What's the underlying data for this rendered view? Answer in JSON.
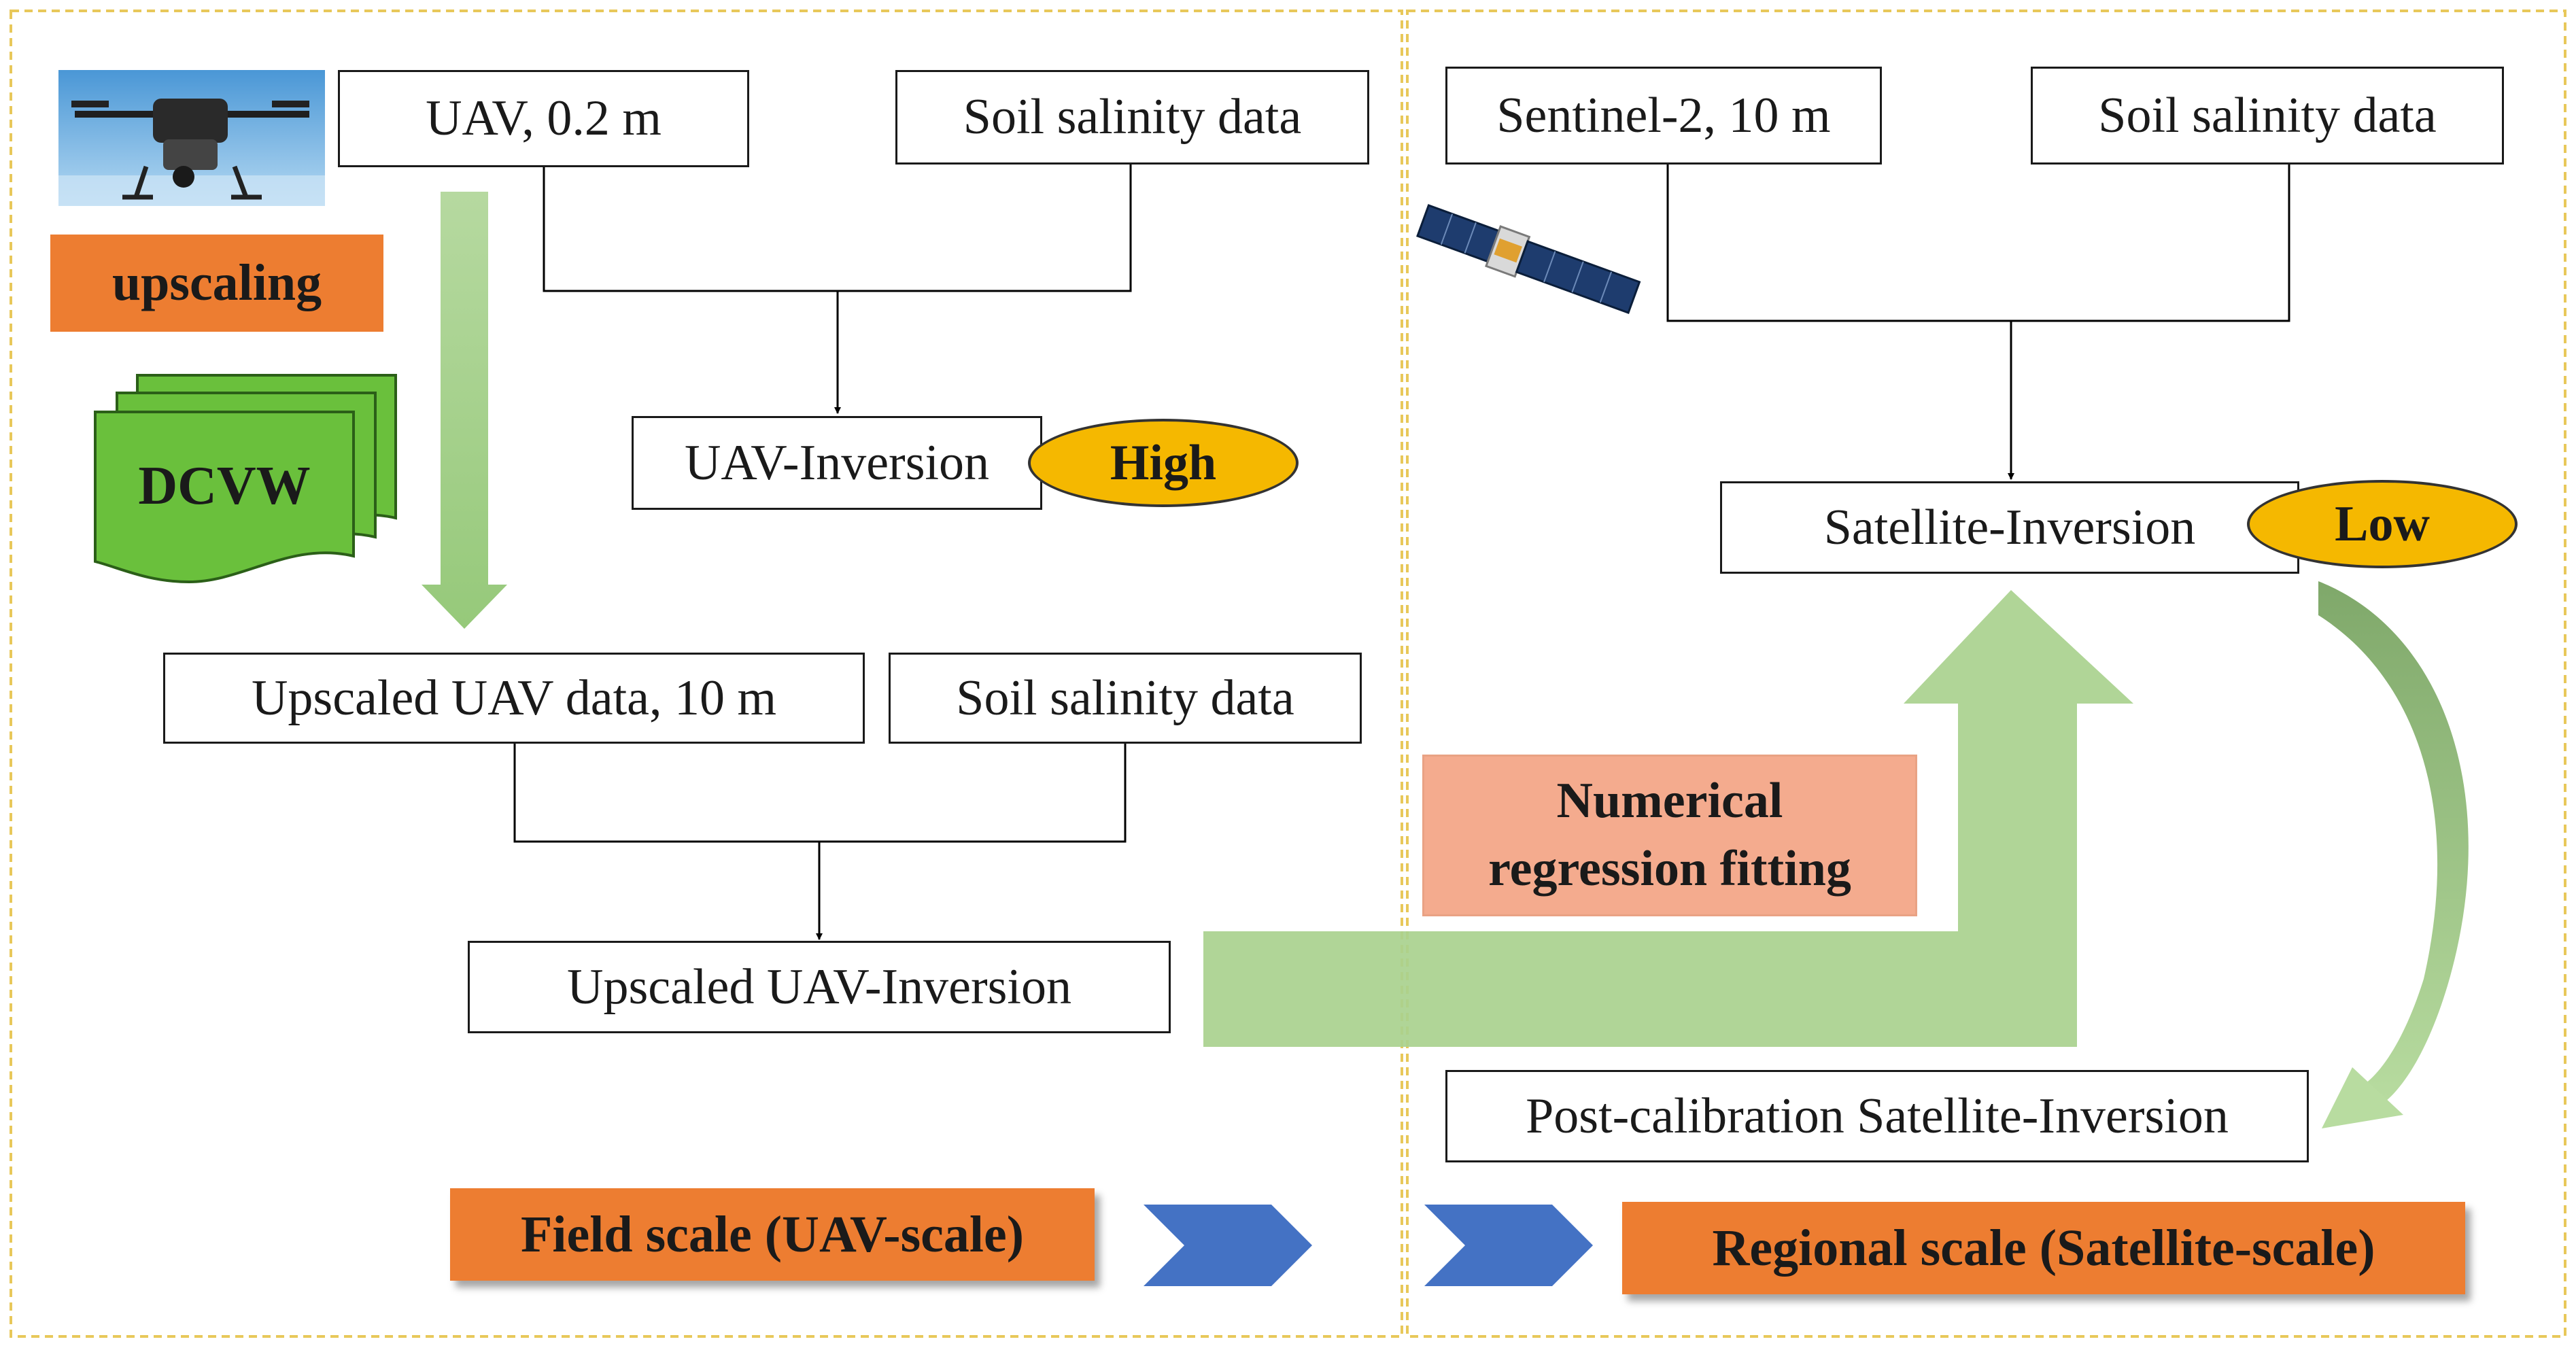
{
  "colors": {
    "panel_border": "#e8c85a",
    "green_arrow": "#a9d18e",
    "orange_label": "#ed7d31",
    "ellipse_fill": "#f5b800",
    "dcvw_fill": "#6ac03c",
    "chevron_blue": "#4472c4",
    "salmon_box": "#f4ab8e"
  },
  "field": {
    "uav": "UAV, 0.2 m",
    "soil_top": "Soil salinity data",
    "upscaling": "upscaling",
    "dcvw": "DCVW",
    "uav_inversion": "UAV-Inversion",
    "high": "High",
    "upscaled_data": "Upscaled UAV data, 10 m",
    "soil_mid": "Soil salinity data",
    "upscaled_inversion": "Upscaled UAV-Inversion",
    "scale_label": "Field scale (UAV-scale)"
  },
  "regional": {
    "sentinel": "Sentinel-2, 10 m",
    "soil": "Soil salinity data",
    "satellite_inversion": "Satellite-Inversion",
    "low": "Low",
    "regression_line1": "Numerical",
    "regression_line2": "regression fitting",
    "post_calibration": "Post-calibration Satellite-Inversion",
    "scale_label": "Regional scale (Satellite-scale)"
  },
  "icons": {
    "drone": "drone-photo-icon",
    "satellite": "satellite-icon",
    "chevron": "chevron-right-icon"
  }
}
